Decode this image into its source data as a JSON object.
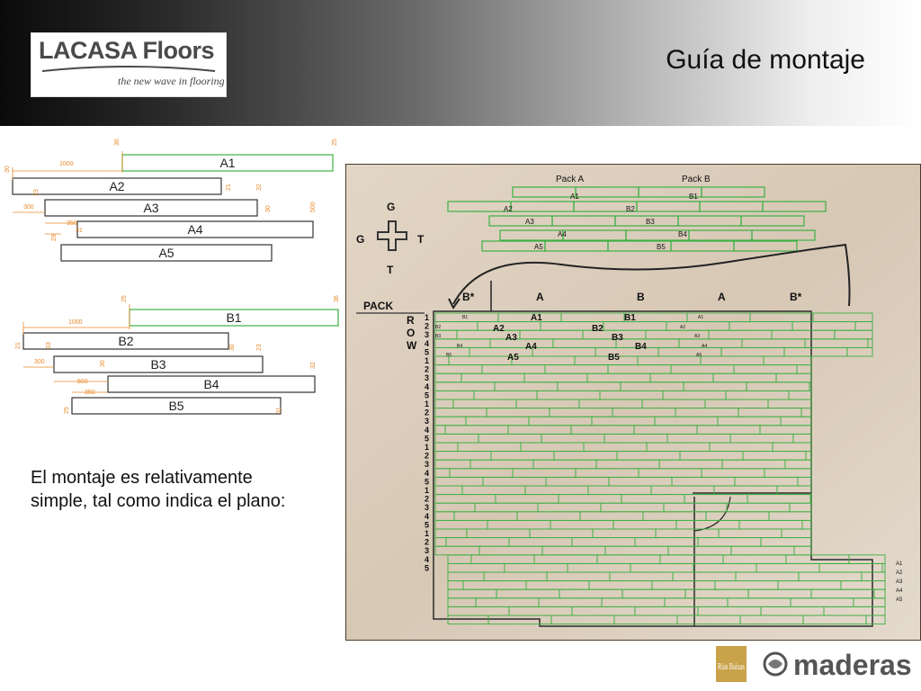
{
  "slide": {
    "title": "Guía de montaje",
    "body_text": "El montaje es relativamente simple, tal como indica el plano:"
  },
  "logo": {
    "brand": "LACASA Floors",
    "tagline": "the new wave in flooring"
  },
  "footer_logo": {
    "brand": "maderas",
    "monogram": "Rías Baixas"
  },
  "diagram_a": {
    "planks": [
      "A1",
      "A2",
      "A3",
      "A4",
      "A5"
    ],
    "dims": [
      "36",
      "25",
      "30",
      "1000",
      "23",
      "21",
      "32",
      "300",
      "30",
      "500",
      "350",
      "31",
      "29"
    ]
  },
  "diagram_b": {
    "planks": [
      "B1",
      "B2",
      "B3",
      "B4",
      "B5"
    ],
    "dims": [
      "25",
      "36",
      "1000",
      "21",
      "33",
      "30",
      "23",
      "300",
      "30",
      "32",
      "500",
      "350",
      "25",
      "31"
    ]
  },
  "plan": {
    "pack_a": "Pack A",
    "pack_b": "Pack B",
    "packs_a": [
      "A1",
      "A2",
      "A3",
      "A4",
      "A5"
    ],
    "packs_b": [
      "B1",
      "B2",
      "B3",
      "B4",
      "B5"
    ],
    "compass": {
      "top": "G",
      "left": "G",
      "right": "T",
      "bottom": "T"
    },
    "pack_label": "PACK",
    "row_label": [
      "R",
      "O",
      "W"
    ],
    "columns": [
      "B*",
      "A",
      "B",
      "A",
      "B*"
    ],
    "row_numbers": [
      "1",
      "2",
      "3",
      "4",
      "5",
      "1",
      "2",
      "3",
      "4",
      "5",
      "1",
      "2",
      "3",
      "4",
      "5",
      "1",
      "2",
      "3",
      "4",
      "5",
      "1",
      "2",
      "3",
      "4",
      "5",
      "1",
      "2",
      "3",
      "4",
      "5"
    ],
    "first_labels": [
      "A1",
      "B1",
      "A2",
      "B2",
      "A3",
      "B3",
      "A4",
      "B4",
      "A5",
      "B5"
    ],
    "small_labels": [
      "B1",
      "B2",
      "B3",
      "B4",
      "B5",
      "A1",
      "A2",
      "A3",
      "A4",
      "A5"
    ],
    "right_labels": [
      "A1",
      "A2",
      "A3",
      "A4",
      "A5"
    ]
  },
  "colors": {
    "plank_green": "#3cb043",
    "dimension_orange": "#e88a2a",
    "outline_dark": "#2a2a2a",
    "wood_bg": "#d9cbb9"
  }
}
